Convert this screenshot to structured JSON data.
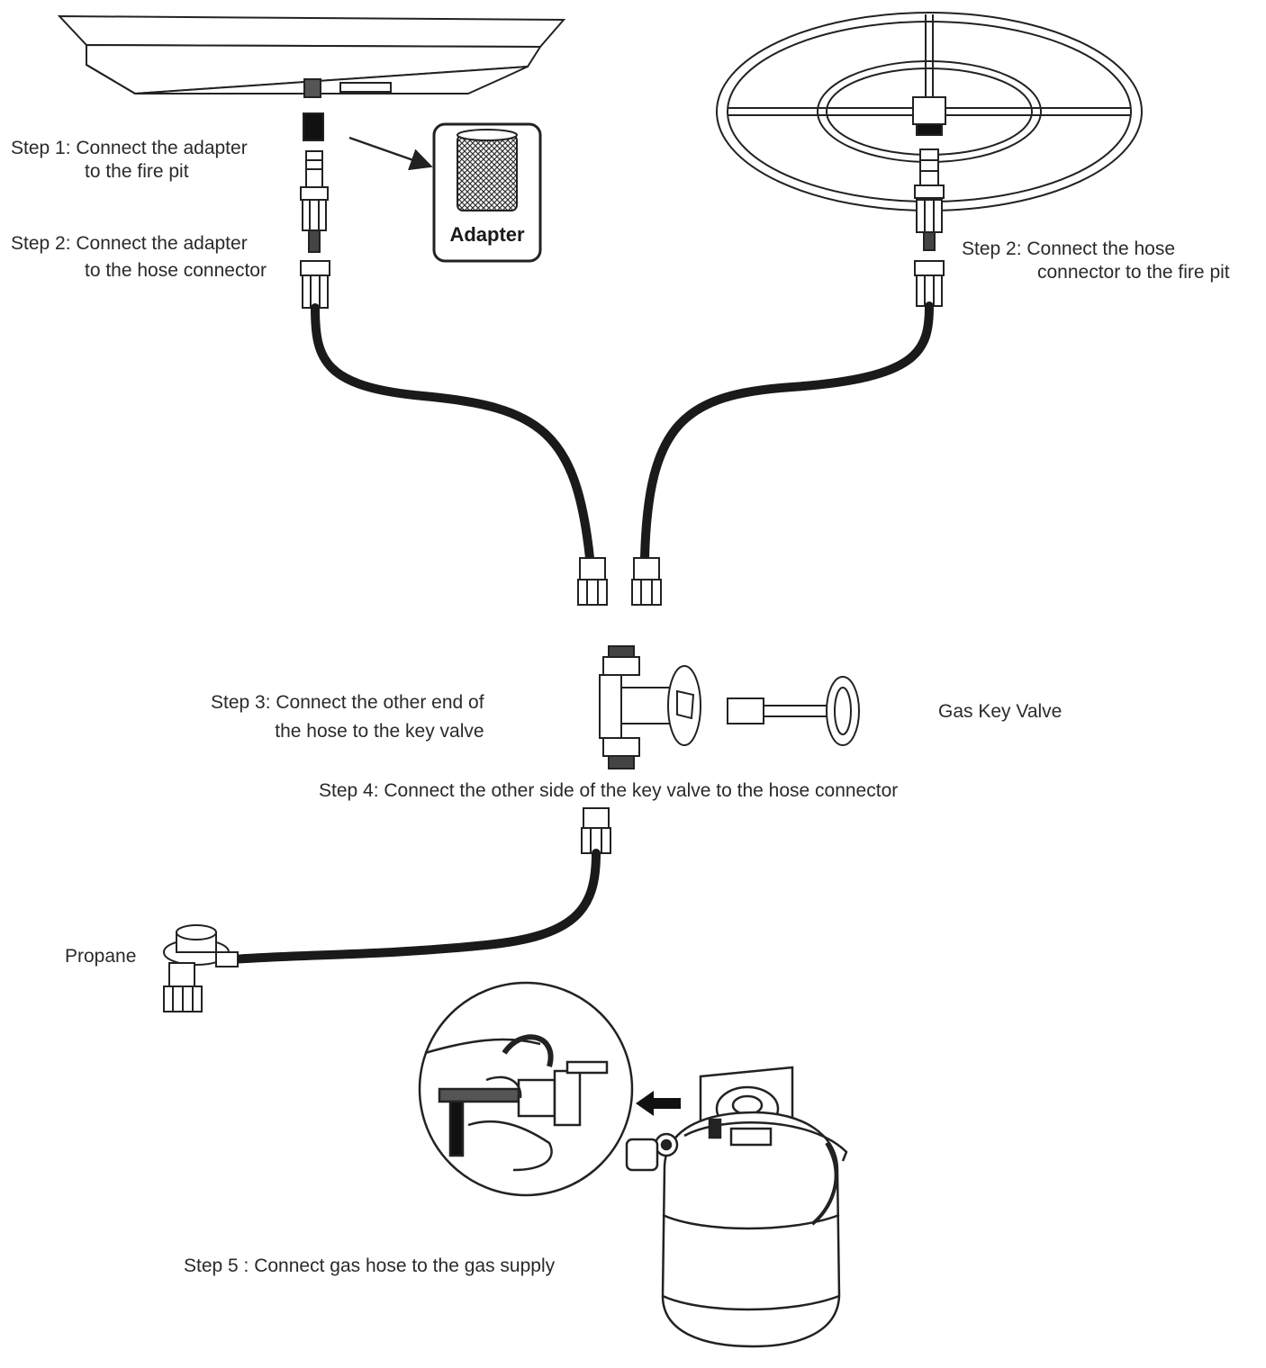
{
  "labels": {
    "step1_line1": "Step 1: Connect the adapter",
    "step1_line2": "to the fire pit",
    "step2_left_line1": "Step 2: Connect the adapter",
    "step2_left_line2": "to the hose connector",
    "adapter": "Adapter",
    "step2_right_line1": "Step 2: Connect the hose",
    "step2_right_line2": "connector to the fire pit",
    "step3_line1": "Step 3: Connect the other end of",
    "step3_line2": "the hose to the key valve",
    "gas_key_valve": "Gas Key Valve",
    "step4": "Step 4: Connect the other side of the key valve to the hose connector",
    "propane": "Propane",
    "step5": "Step 5 : Connect gas hose to the gas supply"
  },
  "colors": {
    "line": "#222222",
    "hose": "#1a1a1a",
    "text": "#2a2a2a"
  }
}
